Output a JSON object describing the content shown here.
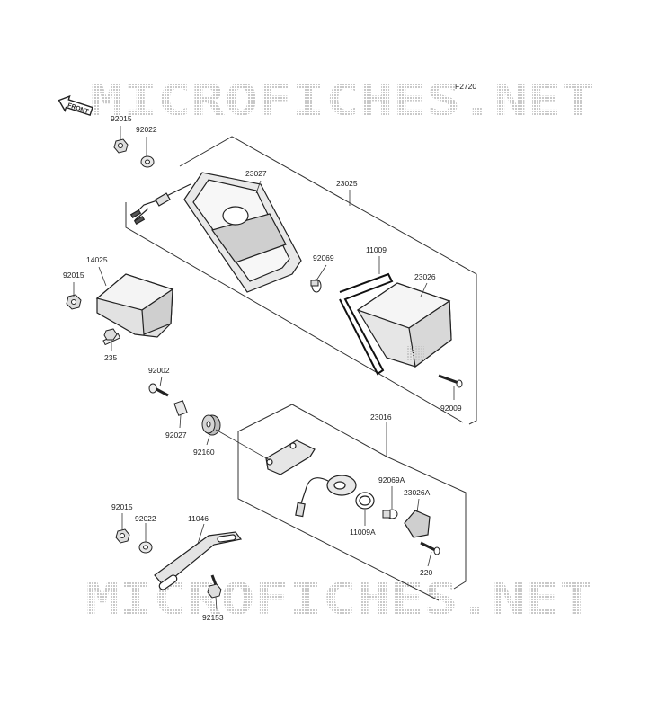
{
  "diagram": {
    "code": "F2720",
    "front_label": "FRONT",
    "watermark_top": "MICROFICHES.NET",
    "watermark_bottom": "MICROFICHES.NET"
  },
  "parts": {
    "p92015_top": "92015",
    "p92022_top": "92022",
    "p23027": "23027",
    "p23025": "23025",
    "p92069": "92069",
    "p11009": "11009",
    "p23026": "23026",
    "p14025": "14025",
    "p92015_mid": "92015",
    "p235": "235",
    "p92009": "92009",
    "p92002": "92002",
    "p92027": "92027",
    "p92160": "92160",
    "p23016": "23016",
    "p92069A": "92069A",
    "p23026A": "23026A",
    "p11009A": "11009A",
    "p220": "220",
    "p92015_bot": "92015",
    "p92022_bot": "92022",
    "p11046": "11046",
    "p92153": "92153"
  }
}
